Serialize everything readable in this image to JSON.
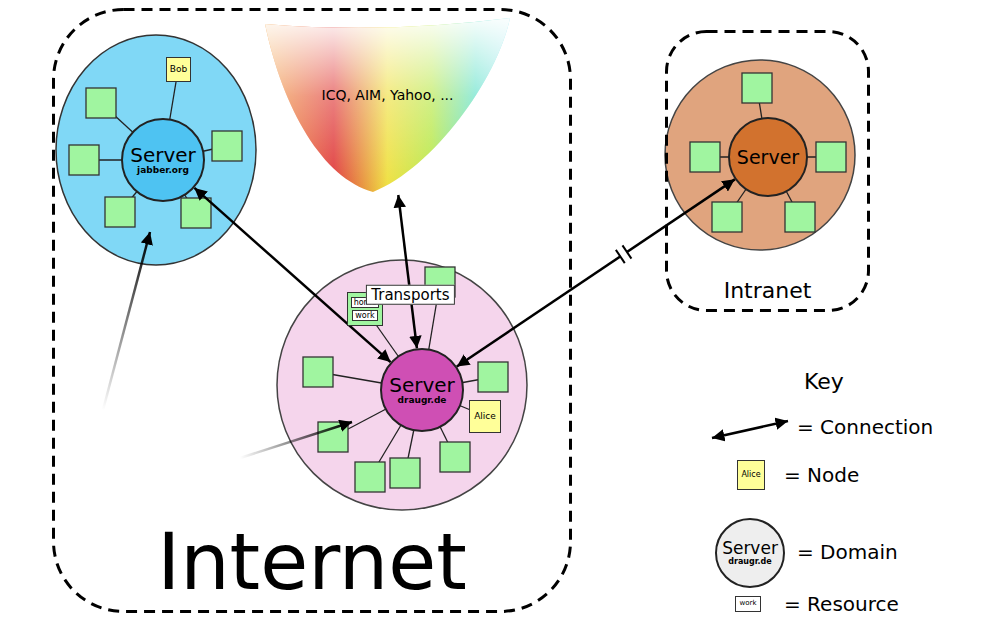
{
  "diagram": {
    "nodes": [
      {
        "text": [
          "Internet"
        ]
      },
      {
        "text": [
          "ICQ, AIM, Yahoo, ..."
        ],
        "in": 0
      },
      {
        "text": [
          "Server",
          "jabber.org"
        ],
        "in": 0
      },
      {
        "text": [
          "Bob"
        ],
        "in": 0
      },
      {
        "text": [
          "home",
          "work"
        ],
        "in": 0
      },
      {
        "text": [
          "Server",
          "draugr.de"
        ],
        "in": 0
      },
      {
        "text": [
          "Alice"
        ],
        "in": 0
      },
      {
        "text": [
          "Intranet"
        ]
      },
      {
        "text": [
          "Server"
        ],
        "in": 7
      },
      {
        "text": [
          "Alice"
        ]
      },
      {
        "text": [
          "Server",
          "draugr.de"
        ]
      },
      {
        "text": [
          "work"
        ]
      }
    ],
    "edges": [
      {
        "from": 5,
        "to": 2,
        "arrow": "both"
      },
      {
        "from": 5,
        "to": 1,
        "arrow": "both",
        "label": "Transports"
      },
      {
        "from": 5,
        "to": 8,
        "arrow": "both"
      }
    ],
    "labels": [
      "Key"
    ],
    "legend": [
      {
        "text": "= Connection"
      },
      {
        "text": "= Node"
      },
      {
        "text": "= Domain"
      },
      {
        "text": "= Resource"
      }
    ]
  }
}
